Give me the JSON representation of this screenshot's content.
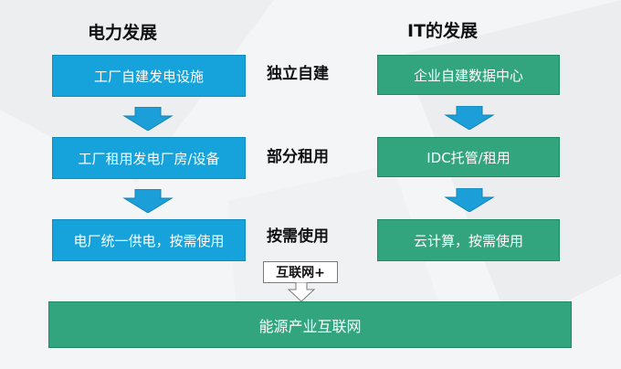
{
  "left": {
    "title": "电力发展",
    "boxes": [
      "工厂自建发电设施",
      "工厂租用发电厂房/设备",
      "电厂统一供电，按需使用"
    ]
  },
  "middle": {
    "labels": [
      "独立自建",
      "部分租用",
      "按需使用"
    ]
  },
  "right": {
    "title": "IT的发展",
    "boxes": [
      "企业自建数据中心",
      "IDC托管/租用",
      "云计算，按需使用"
    ]
  },
  "connector": {
    "label": "互联网+"
  },
  "bottom": {
    "label": "能源产业互联网"
  },
  "colors": {
    "blue": "#16a3dc",
    "green": "#33a57e",
    "arrow": "#1c9fd9"
  }
}
